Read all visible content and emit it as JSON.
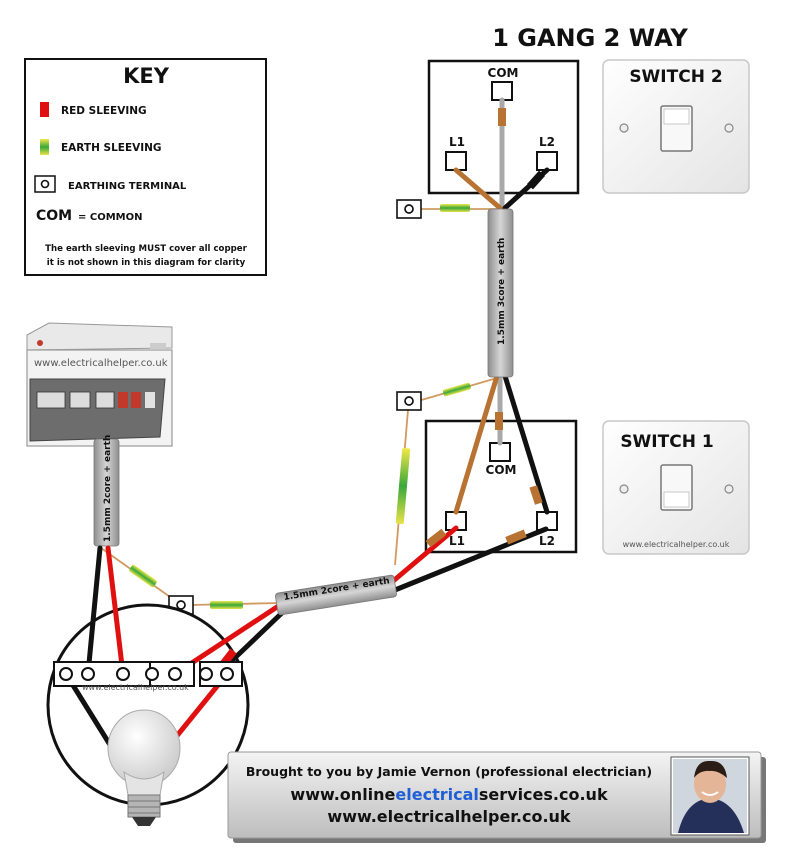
{
  "title": "1 GANG 2 WAY",
  "key": {
    "heading": "KEY",
    "red_sleeving": "RED SLEEVING",
    "earth_sleeving": "EARTH SLEEVING",
    "earthing_terminal": "EARTHING TERMINAL",
    "com_abbrev": "COM",
    "com_meaning": "= COMMON",
    "note_line1": "The earth sleeving MUST cover all copper",
    "note_line2": "it is not shown in this diagram for clarity"
  },
  "switch2": {
    "label": "SWITCH 2",
    "com": "COM",
    "l1": "L1",
    "l2": "L2"
  },
  "switch1": {
    "label": "SWITCH 1",
    "com": "COM",
    "l1": "L1",
    "l2": "L2",
    "watermark": "www.electricalhelper.co.uk"
  },
  "consumer_unit": {
    "watermark": "www.electricalhelper.co.uk"
  },
  "cables": {
    "cu_to_rose": "1.5mm 2core + earth",
    "rose_to_switch1": "1.5mm 2core + earth",
    "switch1_to_switch2": "1.5mm 3core + earth"
  },
  "ceiling_rose": {
    "watermark": "www.electricalhelper.co.uk"
  },
  "banner": {
    "line1": "Brought to you by Jamie Vernon (professional electrician)",
    "line2_prefix": "www.online",
    "line2_highlight": "electrical",
    "line2_suffix": "services.co.uk",
    "line3": "www.electricalhelper.co.uk"
  },
  "colors": {
    "brown": "#b87333",
    "black": "#111111",
    "grey": "#a9a9a9",
    "red": "#e01010",
    "earth": "#d09a60",
    "highlight": "#1f5fd6"
  }
}
